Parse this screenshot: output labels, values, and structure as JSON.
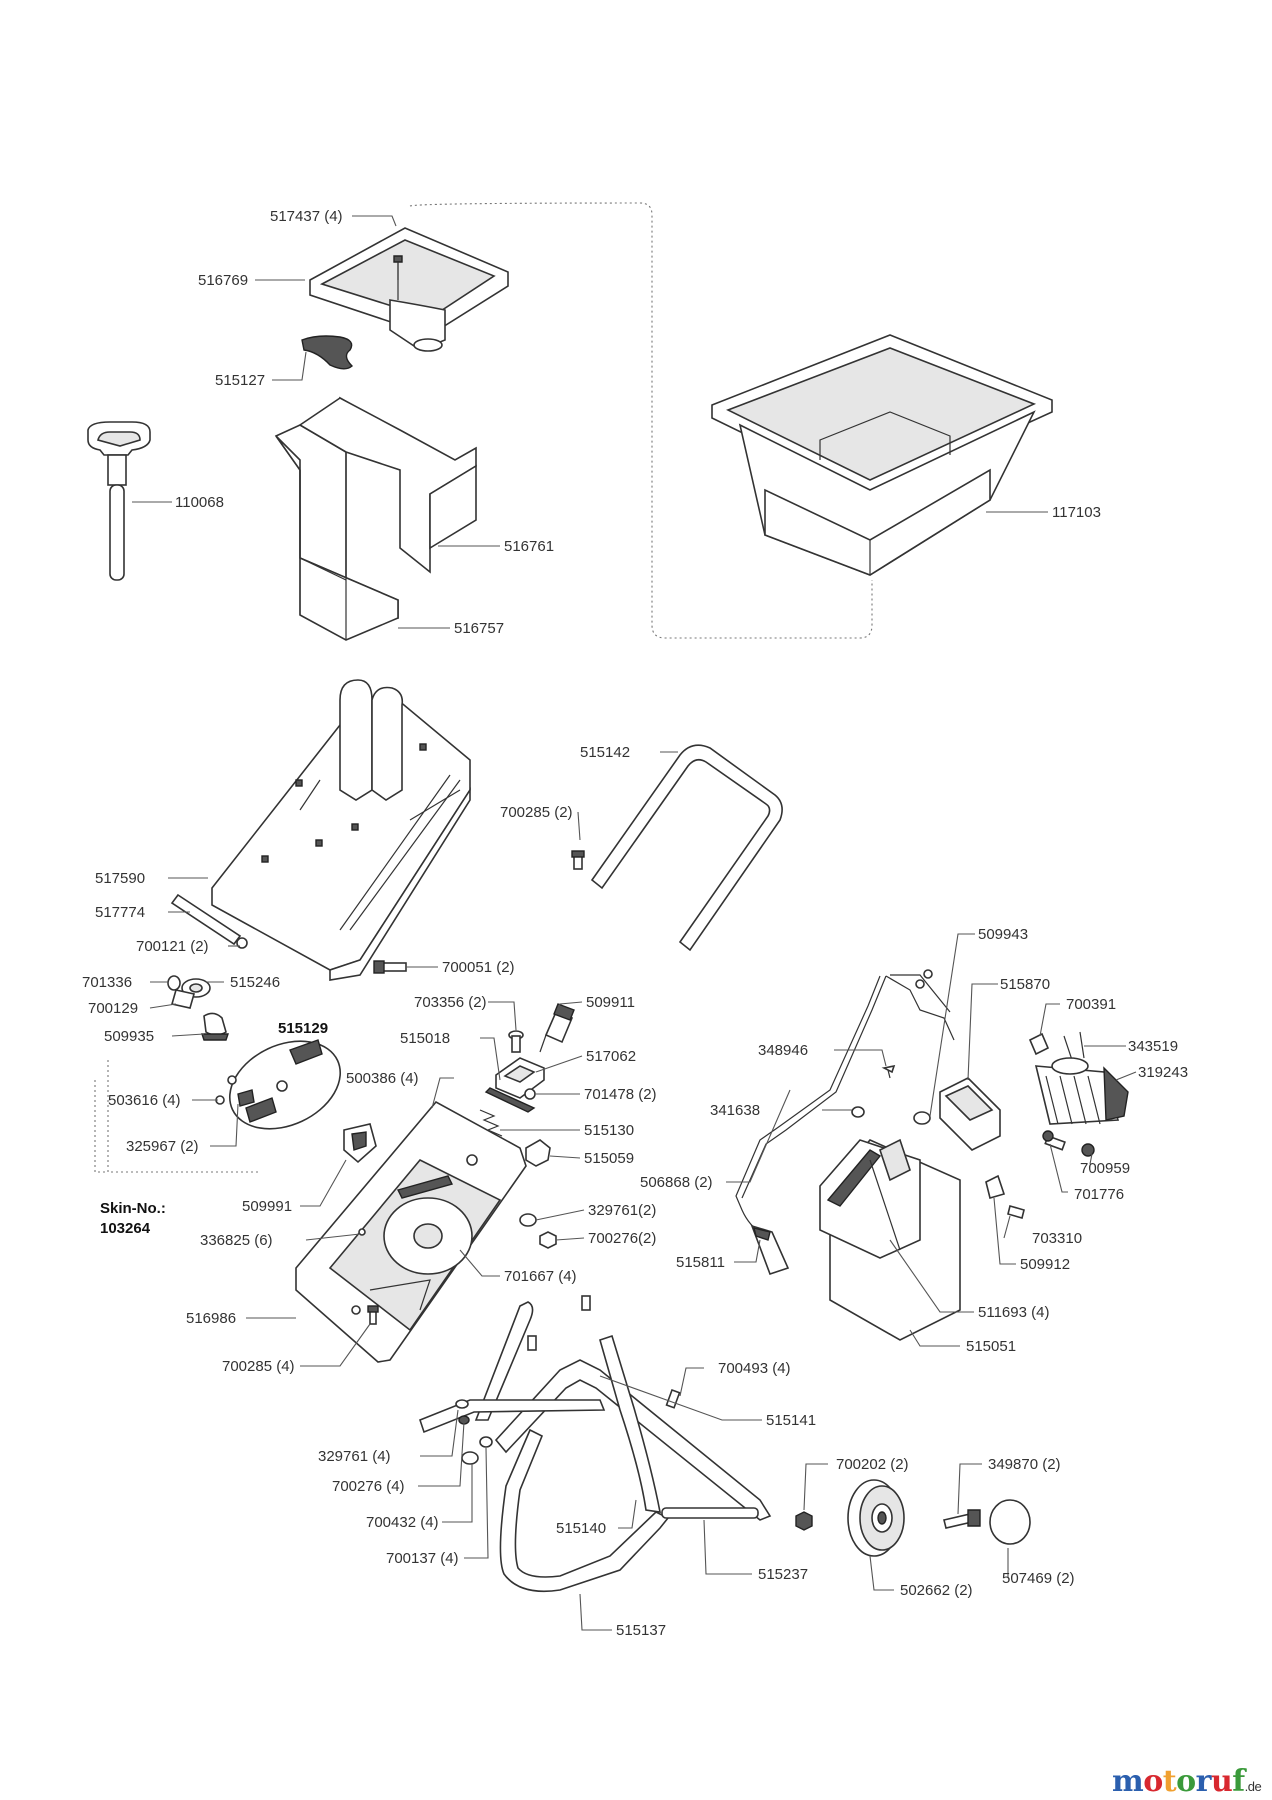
{
  "labels": {
    "l517437": "517437 (4)",
    "l516769": "516769",
    "l515127": "515127",
    "l110068": "110068",
    "l516761": "516761",
    "l516757": "516757",
    "l117103": "117103",
    "l515142": "515142",
    "l700285a": "700285 (2)",
    "l517590": "517590",
    "l517774": "517774",
    "l700121": "700121 (2)",
    "l700051": "700051 (2)",
    "l701336": "701336",
    "l515246": "515246",
    "l700129": "700129",
    "l509935": "509935",
    "l515129": "515129",
    "l703356": "703356 (2)",
    "l509911": "509911",
    "l515018": "515018",
    "l517062": "517062",
    "l500386": "500386 (4)",
    "l701478": "701478 (2)",
    "l503616": "503616 (4)",
    "l325967": "325967 (2)",
    "l515130": "515130",
    "l515059": "515059",
    "l509991": "509991",
    "l329761a": "329761(2)",
    "l700276a": "700276(2)",
    "l336825": "336825 (6)",
    "l701667": "701667 (4)",
    "l516986": "516986",
    "l700285b": "700285 (4)",
    "l509943": "509943",
    "l515870": "515870",
    "l700391": "700391",
    "l343519": "343519",
    "l319243": "319243",
    "l348946": "348946",
    "l341638": "341638",
    "l700959": "700959",
    "l506868": "506868 (2)",
    "l701776": "701776",
    "l703310": "703310",
    "l515811": "515811",
    "l509912": "509912",
    "l511693": "511693 (4)",
    "l515051": "515051",
    "l700493": "700493 (4)",
    "l515141": "515141",
    "l329761b": "329761 (4)",
    "l700276b": "700276 (4)",
    "l700202": "700202 (2)",
    "l349870": "349870 (2)",
    "l700432": "700432 (4)",
    "l515140": "515140",
    "l700137": "700137 (4)",
    "l515237": "515237",
    "l502662": "502662 (2)",
    "l507469": "507469 (2)",
    "l515137": "515137",
    "skin_title": "Skin-No.:",
    "skin_number": "103264"
  },
  "logo": {
    "letters": [
      "m",
      "o",
      "t",
      "o",
      "r",
      "u",
      "f"
    ],
    "letter_colors": [
      "#2b5fae",
      "#d8282f",
      "#f0a030",
      "#3a9a3a",
      "#2b5fae",
      "#d8282f",
      "#3a9a3a"
    ],
    "domain": ".de"
  }
}
